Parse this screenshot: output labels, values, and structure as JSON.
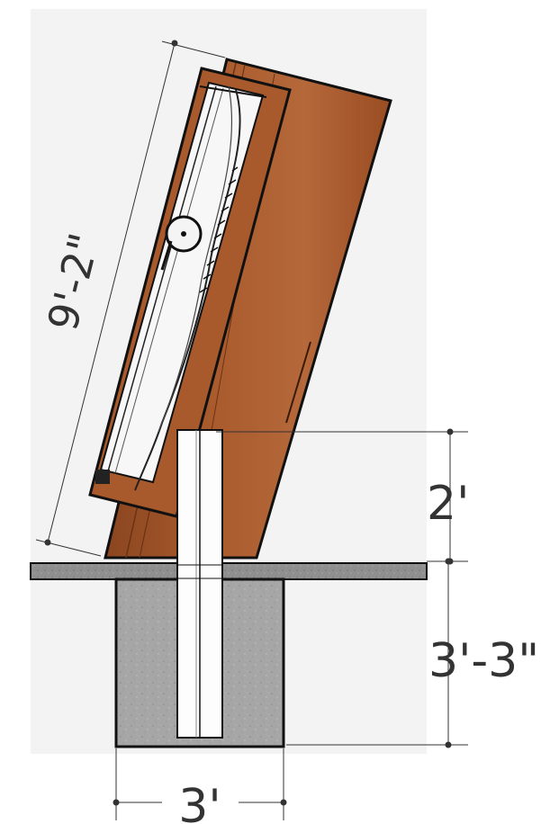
{
  "dimensions": {
    "panel_length": "9'-2\"",
    "post_above_grade": "2'",
    "footing_depth": "3'-3\"",
    "footing_width": "3'"
  },
  "colors": {
    "background_panel": "#f3f3f3",
    "wood": "#a4562b",
    "wood_dark": "#7e3d18",
    "post": "#fdfdfd",
    "concrete": "#a9a9a9",
    "slab": "#8c8c8c",
    "outline": "#111111",
    "dimension_line": "#333333"
  }
}
